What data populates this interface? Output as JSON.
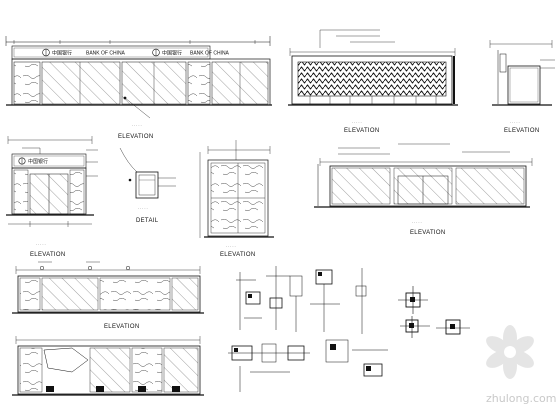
{
  "colors": {
    "line": "#111111",
    "hatch": "#555555",
    "watermark": "#c8c8c8",
    "background": "#ffffff"
  },
  "views": {
    "front_elevation_label": "ELEVATION",
    "feature_wall_label": "ELEVATION",
    "side_section_label": "ELEVATION",
    "door_elevation_label": "ELEVATION",
    "detail_label": "DETAIL",
    "panel_elevation_label": "ELEVATION",
    "center_elevation_label": "ELEVATION",
    "lower_elevation_label": "ELEVATION"
  },
  "signage": {
    "logo_text": "中国银行",
    "english_text": "BANK OF CHINA",
    "door_logo_text": "中国银行"
  },
  "watermark": {
    "text": "zhulong.com",
    "icon": "flower-logo-icon"
  }
}
